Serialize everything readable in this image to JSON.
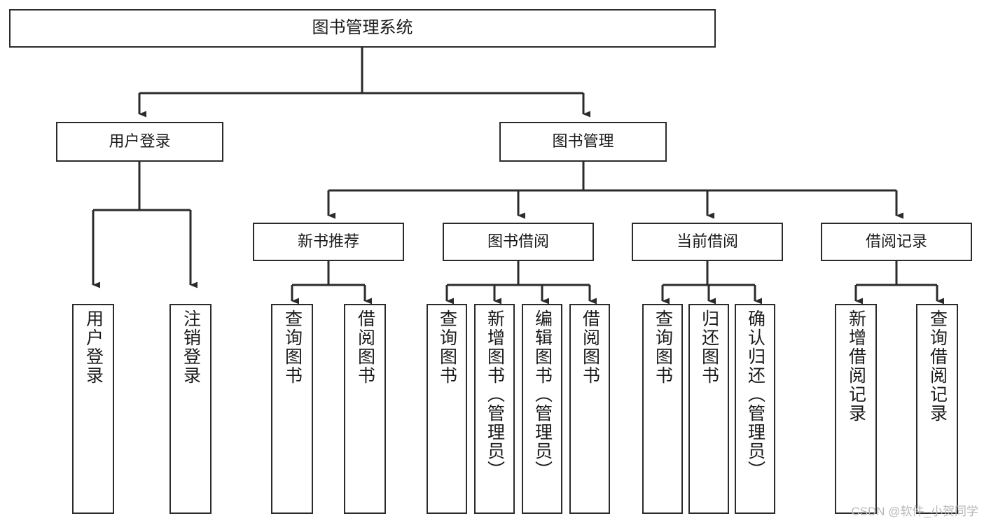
{
  "diagram": {
    "type": "tree-hierarchy-functional-structure",
    "title_text": "图书管理系统",
    "colors": {
      "box_border": "#2b2b2b",
      "box_fill": "#ffffff",
      "edge": "#2b2b2b",
      "background": "#ffffff",
      "watermark": "#b8b8b8"
    },
    "nodes": {
      "root": {
        "label": "图书管理系统"
      },
      "level1": [
        {
          "id": "user-login",
          "label": "用户登录"
        },
        {
          "id": "book-management",
          "label": "图书管理"
        }
      ],
      "level2": [
        {
          "id": "new-book-recommend",
          "label": "新书推荐"
        },
        {
          "id": "book-borrow",
          "label": "图书借阅"
        },
        {
          "id": "current-borrow",
          "label": "当前借阅"
        },
        {
          "id": "borrow-record",
          "label": "借阅记录"
        }
      ],
      "leaves": {
        "user_login": [
          {
            "id": "leaf-user-login",
            "label": "用户登录"
          },
          {
            "id": "leaf-user-logout",
            "label": "注销登录"
          }
        ],
        "new_book_recommend": [
          {
            "id": "leaf-query-book-1",
            "label": "查询图书"
          },
          {
            "id": "leaf-borrow-book-1",
            "label": "借阅图书"
          }
        ],
        "book_borrow": [
          {
            "id": "leaf-query-book-2",
            "label": "查询图书"
          },
          {
            "id": "leaf-add-book",
            "label": "新增图书（管理员）"
          },
          {
            "id": "leaf-edit-book",
            "label": "编辑图书（管理员）"
          },
          {
            "id": "leaf-borrow-book-2",
            "label": "借阅图书"
          }
        ],
        "current_borrow": [
          {
            "id": "leaf-query-book-3",
            "label": "查询图书"
          },
          {
            "id": "leaf-return-book",
            "label": "归还图书"
          },
          {
            "id": "leaf-confirm-return",
            "label": "确认归还（管理员）"
          }
        ],
        "borrow_record": [
          {
            "id": "leaf-add-record",
            "label": "新增借阅记录"
          },
          {
            "id": "leaf-query-record",
            "label": "查询借阅记录"
          }
        ]
      }
    },
    "edges": [
      {
        "from": "图书管理系统",
        "to": "用户登录"
      },
      {
        "from": "图书管理系统",
        "to": "图书管理"
      },
      {
        "from": "用户登录",
        "to": "用户登录"
      },
      {
        "from": "用户登录",
        "to": "注销登录"
      },
      {
        "from": "图书管理",
        "to": "新书推荐"
      },
      {
        "from": "图书管理",
        "to": "图书借阅"
      },
      {
        "from": "图书管理",
        "to": "当前借阅"
      },
      {
        "from": "图书管理",
        "to": "借阅记录"
      },
      {
        "from": "新书推荐",
        "to": "查询图书"
      },
      {
        "from": "新书推荐",
        "to": "借阅图书"
      },
      {
        "from": "图书借阅",
        "to": "查询图书"
      },
      {
        "from": "图书借阅",
        "to": "新增图书（管理员）"
      },
      {
        "from": "图书借阅",
        "to": "编辑图书（管理员）"
      },
      {
        "from": "图书借阅",
        "to": "借阅图书"
      },
      {
        "from": "当前借阅",
        "to": "查询图书"
      },
      {
        "from": "当前借阅",
        "to": "归还图书"
      },
      {
        "from": "当前借阅",
        "to": "确认归还（管理员）"
      },
      {
        "from": "借阅记录",
        "to": "新增借阅记录"
      },
      {
        "from": "借阅记录",
        "to": "查询借阅记录"
      }
    ]
  },
  "watermark": {
    "text": "CSDN @软件_小贺同学"
  }
}
